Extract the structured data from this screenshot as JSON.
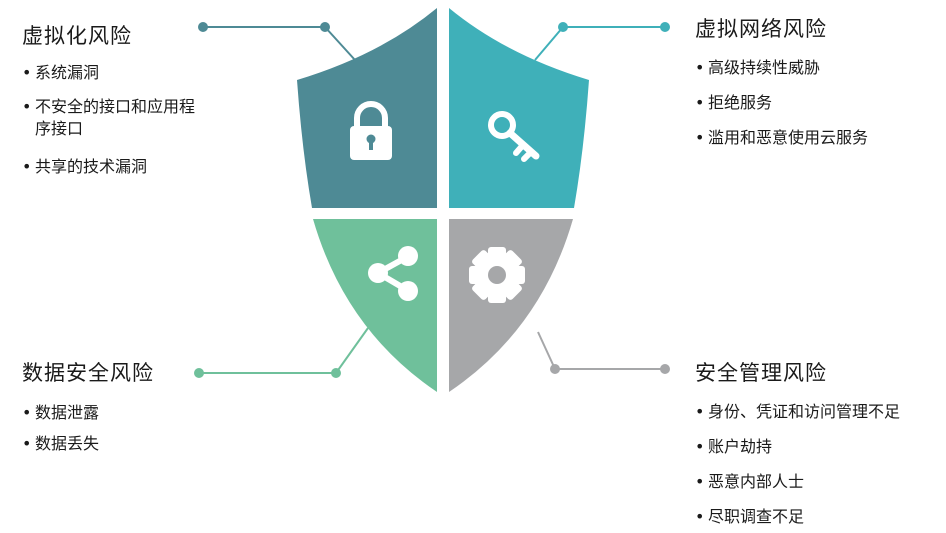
{
  "colors": {
    "top_left": "#4e8a95",
    "top_right": "#3fb0b9",
    "bottom_left": "#6fc09b",
    "bottom_right": "#a6a7a9",
    "icon": "#ffffff"
  },
  "quadrants": [
    {
      "title": "虚拟化风险",
      "icon": "lock-icon",
      "items": [
        "系统漏洞",
        "不安全的接口和应用程序接口",
        "共享的技术漏洞"
      ]
    },
    {
      "title": "虚拟网络风险",
      "icon": "key-icon",
      "items": [
        "高级持续性威胁",
        "拒绝服务",
        "滥用和恶意使用云服务"
      ]
    },
    {
      "title": "数据安全风险",
      "icon": "share-icon",
      "items": [
        "数据泄露",
        "数据丢失"
      ]
    },
    {
      "title": "安全管理风险",
      "icon": "gear-icon",
      "items": [
        "身份、凭证和访问管理不足",
        "账户劫持",
        "恶意内部人士",
        "尽职调查不足"
      ]
    }
  ]
}
